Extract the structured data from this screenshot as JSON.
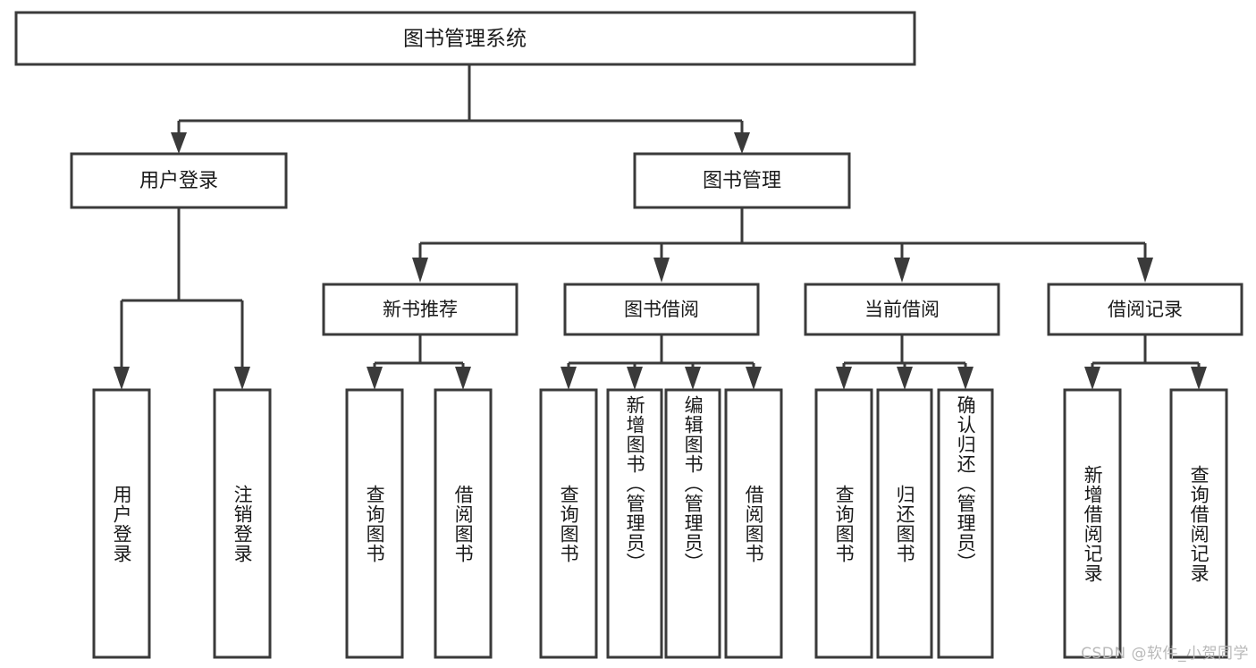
{
  "diagram": {
    "title": "图书管理系统",
    "type": "tree-hierarchy-diagram",
    "orientation": "top-down",
    "colors": {
      "stroke": "#3a3a3a",
      "fill": "#ffffff",
      "text": "#1a1a1a",
      "watermark": "#b9b9b9"
    },
    "root": {
      "label": "图书管理系统"
    },
    "level2": [
      {
        "label": "用户登录"
      },
      {
        "label": "图书管理"
      }
    ],
    "level3": [
      {
        "label": "新书推荐"
      },
      {
        "label": "图书借阅"
      },
      {
        "label": "当前借阅"
      },
      {
        "label": "借阅记录"
      }
    ],
    "leaves": [
      {
        "label": "用户登录",
        "parent": "用户登录"
      },
      {
        "label": "注销登录",
        "parent": "用户登录"
      },
      {
        "label": "查询图书",
        "parent": "新书推荐"
      },
      {
        "label": "借阅图书",
        "parent": "新书推荐"
      },
      {
        "label": "查询图书",
        "parent": "图书借阅"
      },
      {
        "label": "新增图书（管理员）",
        "parent": "图书借阅"
      },
      {
        "label": "编辑图书（管理员）",
        "parent": "图书借阅"
      },
      {
        "label": "借阅图书",
        "parent": "图书借阅"
      },
      {
        "label": "查询图书",
        "parent": "当前借阅"
      },
      {
        "label": "归还图书",
        "parent": "当前借阅"
      },
      {
        "label": "确认归还（管理员）",
        "parent": "当前借阅"
      },
      {
        "label": "新增借阅记录",
        "parent": "借阅记录"
      },
      {
        "label": "查询借阅记录",
        "parent": "借阅记录"
      }
    ]
  },
  "watermark": {
    "text": "CSDN @软件_小贺同学"
  }
}
